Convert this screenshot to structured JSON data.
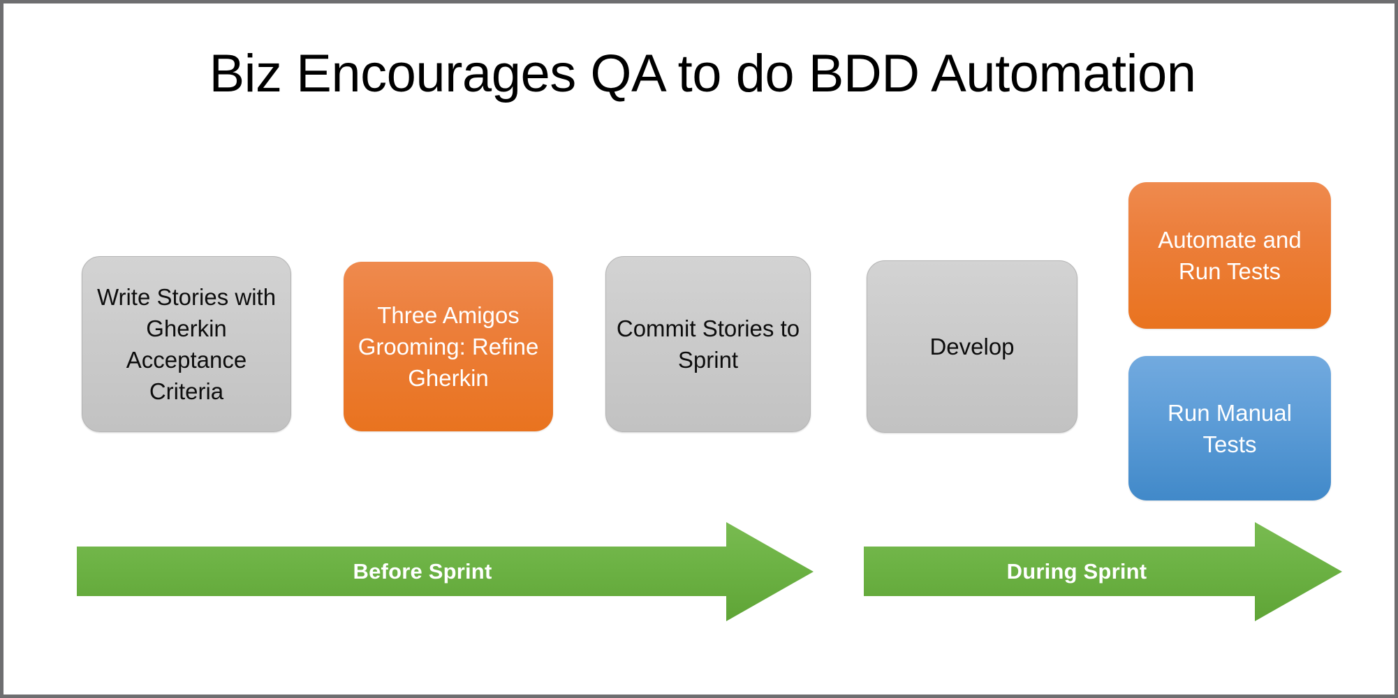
{
  "slide": {
    "title": "Biz Encourages QA to do BDD Automation",
    "border_color": "#6e6e70",
    "background": "#ffffff"
  },
  "colors": {
    "gray_box_top": "#d3d3d3",
    "gray_box_bottom": "#c2c2c2",
    "orange_box_top": "#ef8a4e",
    "orange_box_bottom": "#e9731f",
    "blue_box_top": "#72aadf",
    "blue_box_bottom": "#4189c9",
    "arrow_green_top": "#74b74b",
    "arrow_green_bottom": "#63a93c",
    "text_dark": "#0d0d0d",
    "text_light": "#ffffff"
  },
  "flow": {
    "nodes": [
      {
        "id": "write-stories",
        "label": "Write Stories with Gherkin Acceptance Criteria",
        "style": "gray"
      },
      {
        "id": "three-amigos",
        "label": "Three Amigos Grooming: Refine Gherkin",
        "style": "orange"
      },
      {
        "id": "commit-stories",
        "label": "Commit Stories to Sprint",
        "style": "gray"
      },
      {
        "id": "develop",
        "label": "Develop",
        "style": "gray"
      },
      {
        "id": "automate-run",
        "label": "Automate and Run Tests",
        "style": "orange"
      },
      {
        "id": "run-manual",
        "label": "Run Manual Tests",
        "style": "blue"
      }
    ],
    "phases": [
      {
        "id": "before-sprint",
        "label": "Before Sprint",
        "color": "#6cb344"
      },
      {
        "id": "during-sprint",
        "label": "During Sprint",
        "color": "#6cb344"
      }
    ]
  }
}
